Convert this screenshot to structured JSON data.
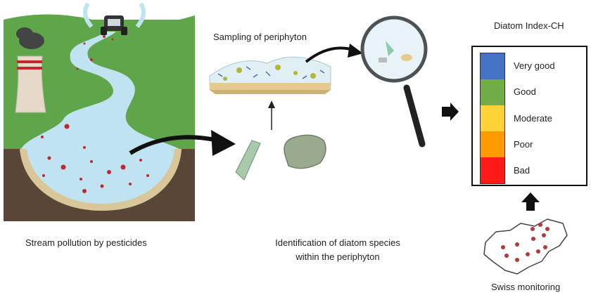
{
  "labels": {
    "stream_pollution": "Stream pollution by pesticides",
    "sampling": "Sampling of periphyton",
    "identification_line1": "Identification of diatom species",
    "identification_line2": "within the periphyton",
    "index_title": "Diatom Index-CH",
    "swiss_monitoring": "Swiss monitoring"
  },
  "index_scale": [
    {
      "label": "Very good",
      "color": "#4472c4"
    },
    {
      "label": "Good",
      "color": "#70ad47"
    },
    {
      "label": "Moderate",
      "color": "#ffd236"
    },
    {
      "label": "Poor",
      "color": "#ff9a00"
    },
    {
      "label": "Bad",
      "color": "#ff1a1a"
    }
  ],
  "colors": {
    "grass": "#5fa64b",
    "water": "#bfe3f0",
    "soil": "#5a4636",
    "arrow": "#111111",
    "dots": "#c0282b"
  },
  "icons": [
    "factory-icon",
    "tractor-icon",
    "microscope-slide-icon",
    "stone-icon",
    "magnifier-icon",
    "switzerland-map-icon"
  ]
}
